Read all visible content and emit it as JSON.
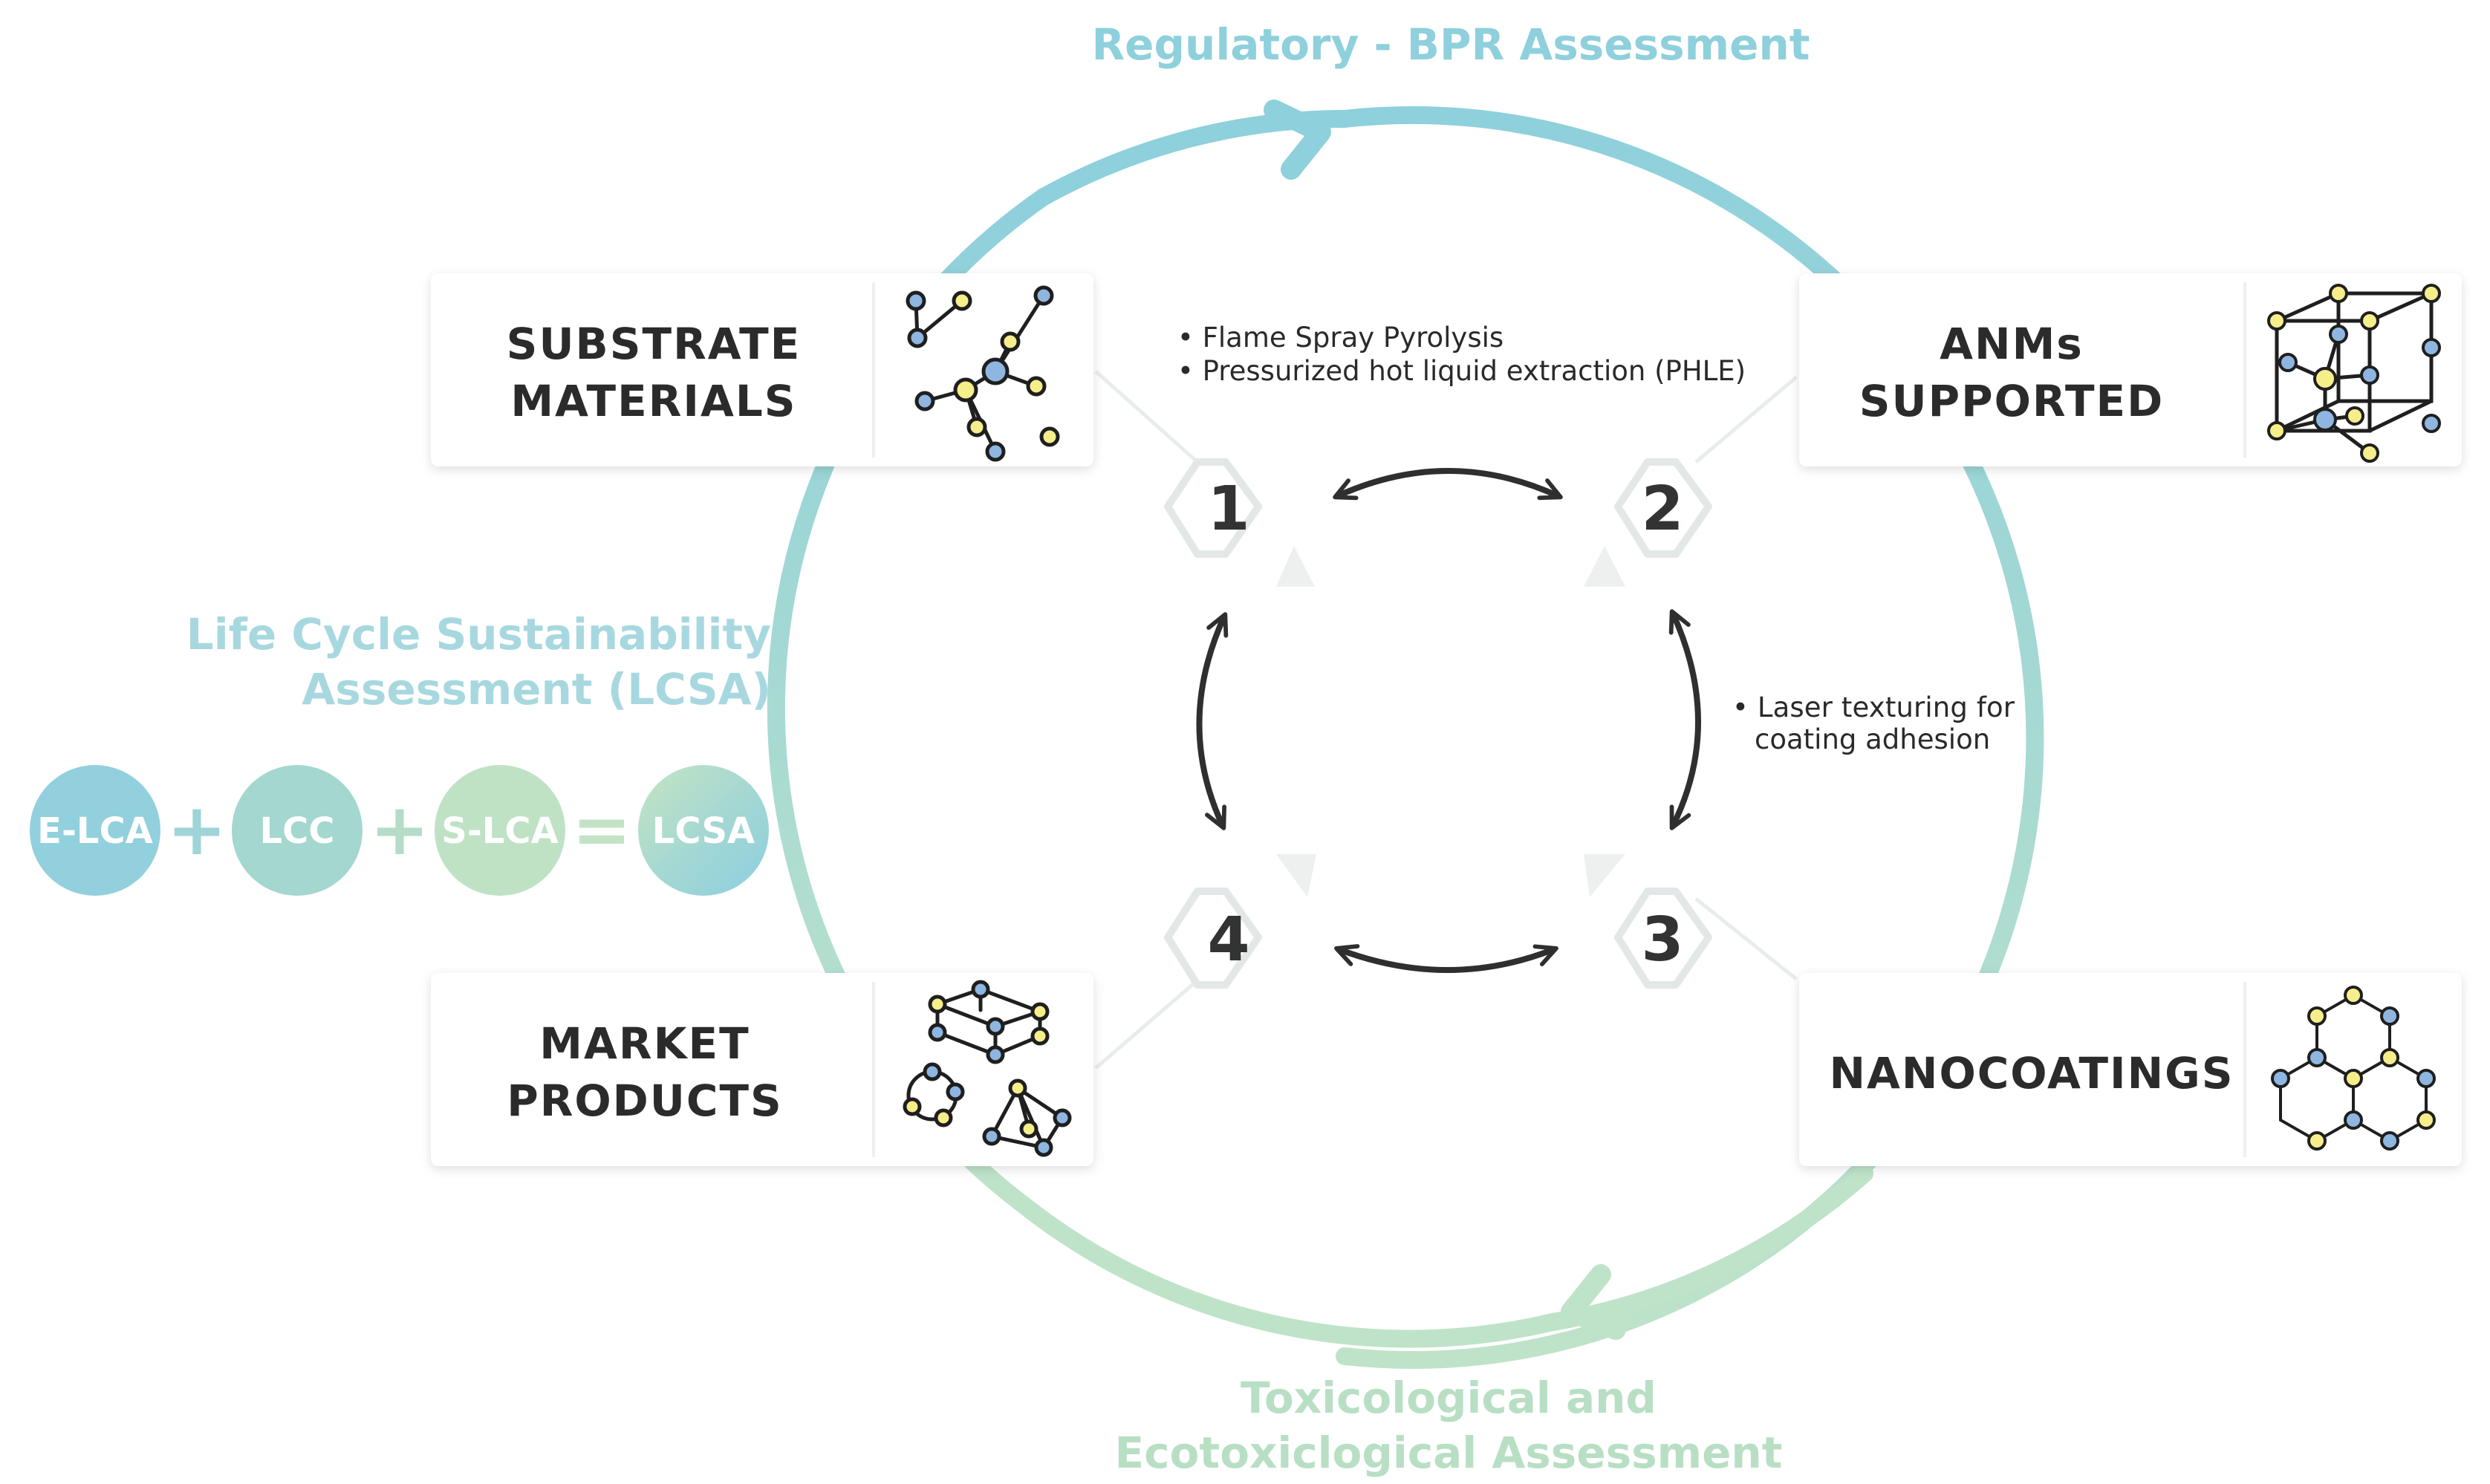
{
  "top_label": "Regulatory - BPR Assessment",
  "bottom_label": {
    "line1": "Toxicological and",
    "line2": "Ecotoxiclogical Assessment"
  },
  "lcsa": {
    "title_line1": "Life Cycle Sustainability",
    "title_line2": "Assessment (LCSA)",
    "terms": [
      "E-LCA",
      "LCC",
      "S-LCA",
      "LCSA"
    ],
    "operators": [
      "+",
      "+",
      "="
    ]
  },
  "cards": {
    "substrate": {
      "line1": "SUBSTRATE",
      "line2": "MATERIALS",
      "icon": "branched-molecule-icon"
    },
    "anms": {
      "line1": "ANMs",
      "line2": "SUPPORTED",
      "icon": "crystal-lattice-icon"
    },
    "market": {
      "line1": "MARKET",
      "line2": "PRODUCTS",
      "icon": "molecular-shapes-icon"
    },
    "nanocoatings": {
      "line1": "NANOCOATINGS",
      "icon": "hexagonal-lattice-icon"
    }
  },
  "steps": [
    "1",
    "2",
    "3",
    "4"
  ],
  "notes": {
    "top": [
      "• Flame Spray Pyrolysis",
      "• Pressurized hot liquid extraction (PHLE)"
    ],
    "right": [
      "• Laser texturing for",
      "coating adhesion"
    ]
  },
  "colors": {
    "cycle_top": "#8ed0dc",
    "cycle_bottom": "#bfe3c9",
    "node_blue": "#8fb6e0",
    "node_yellow": "#f6ee8a",
    "text_dark": "#2b2b2b"
  }
}
